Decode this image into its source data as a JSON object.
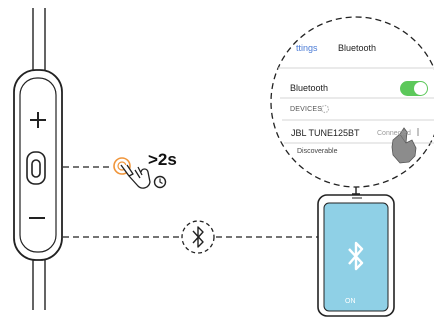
{
  "remote": {
    "buttons": [
      "+",
      "−"
    ],
    "press_hold_label": ">2s",
    "timer_icon": "clock-icon"
  },
  "bluetooth_screen": {
    "back_link": "ttings",
    "title": "Bluetooth",
    "bluetooth_row_label": "Bluetooth",
    "bluetooth_toggle": "on",
    "devices_header": "DEVICES",
    "device_name": "JBL TUNE125BT",
    "device_status": "Connected",
    "discoverable_text": "Discoverable"
  },
  "phone": {
    "screen_icon": "bluetooth-icon",
    "screen_label": "ON"
  },
  "connection_icon": "bluetooth-icon",
  "colors": {
    "line": "#222222",
    "toggle_on": "#5cc85a",
    "phone_screen": "#8fd0e6",
    "press_accent": "#f0953a"
  }
}
